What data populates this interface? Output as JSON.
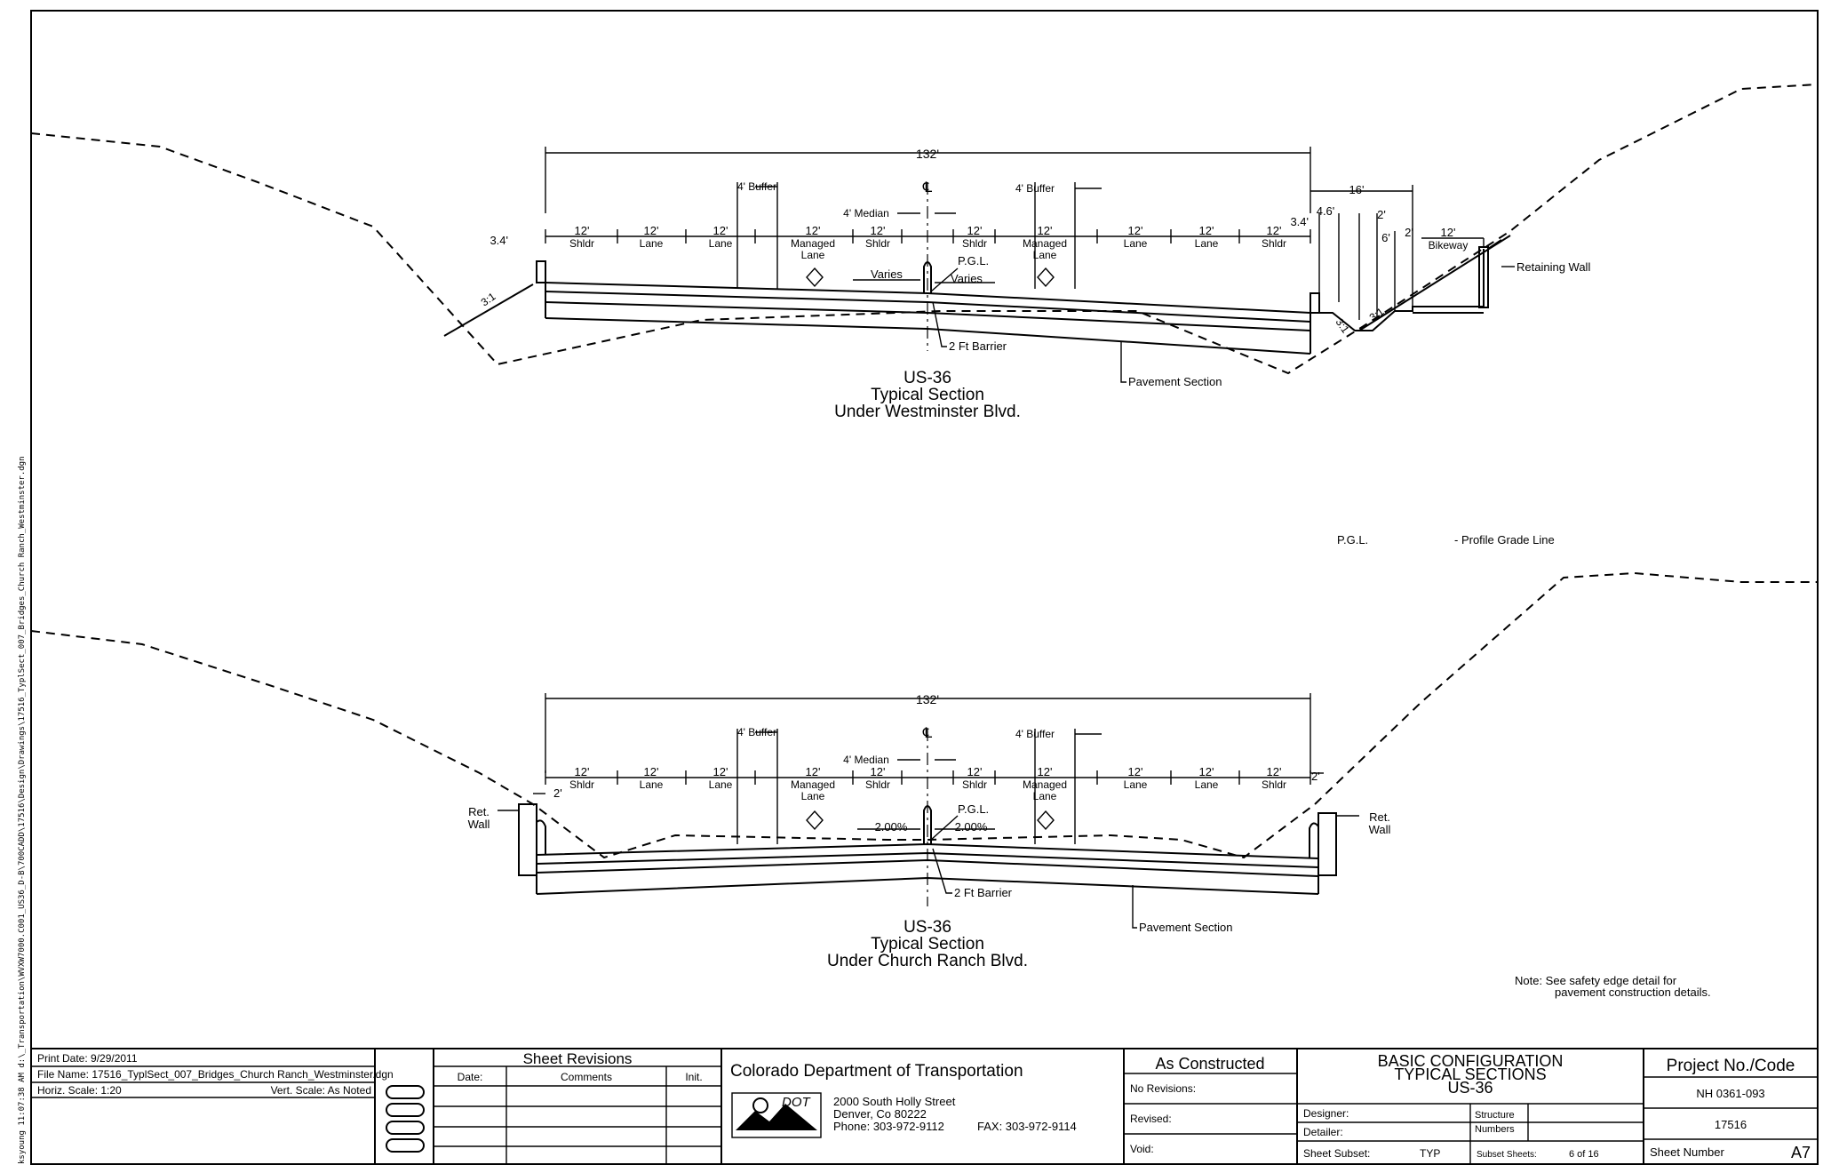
{
  "side_text": "ksyoung 11:07:38 AM d:\\_Transportation\\WVXW7000.C001_US36_D-B\\700CADD\\17516\\Design\\Drawings\\17516_TyplSect_007_Bridges_Church Ranch_Westminster.dgn",
  "section1": {
    "title_line1": "US-36",
    "title_line2": "Typical Section",
    "title_line3": "Under Westminster Blvd.",
    "overall_width": "132'",
    "left_offset": "3.4'",
    "right_offset": "3.4'",
    "dim_16": "16'",
    "dim_4_6": "4.6'",
    "dim_2a": "2'",
    "dim_6": "6'",
    "dim_2b": "2'",
    "bikeway_width": "12'",
    "bikeway_label": "Bikeway",
    "slope_left": "3:1",
    "slope_right1": "3:1",
    "slope_right2": "3:1",
    "varies_left": "Varies",
    "varies_right": "Varies",
    "retaining_wall": "Retaining Wall",
    "barrier": "2 Ft Barrier",
    "pavement": "Pavement Section"
  },
  "section2": {
    "title_line1": "US-36",
    "title_line2": "Typical Section",
    "title_line3": "Under Church Ranch Blvd.",
    "overall_width": "132'",
    "left_dim": "2'",
    "right_dim": "2'",
    "slope_left": "2.00%",
    "slope_right": "2.00%",
    "ret_wall_left_1": "Ret.",
    "ret_wall_left_2": "Wall",
    "ret_wall_right_1": "Ret.",
    "ret_wall_right_2": "Wall",
    "barrier": "2 Ft Barrier",
    "pavement": "Pavement Section"
  },
  "common": {
    "lane_width": "12'",
    "shldr": "Shldr",
    "lane": "Lane",
    "managed_1": "Managed",
    "managed_2": "Lane",
    "buffer": "4' Buffer",
    "median": "4' Median",
    "pgl": "P.G.L.",
    "centerline": "℄"
  },
  "legend": {
    "abbr": "P.G.L.",
    "meaning": "- Profile Grade Line"
  },
  "note": {
    "line1": "Note: See safety edge detail for",
    "line2": "pavement construction details."
  },
  "title_block": {
    "print_date": "Print Date: 9/29/2011",
    "file_name": "File Name: 17516_TyplSect_007_Bridges_Church Ranch_Westminster.dgn",
    "horiz_scale": "Horiz. Scale: 1:20",
    "vert_scale": "Vert. Scale: As Noted",
    "sheet_revisions": "Sheet Revisions",
    "col_date": "Date:",
    "col_comments": "Comments",
    "col_init": "Init.",
    "agency": "Colorado Department of Transportation",
    "logo_text": "DOT",
    "address1": "2000 South Holly Street",
    "address2": "Denver, Co 80222",
    "phone": "Phone: 303-972-9112",
    "fax": "FAX: 303-972-9114",
    "as_constructed": "As Constructed",
    "no_revisions": "No Revisions:",
    "revised": "Revised:",
    "void": "Void:",
    "title1": "BASIC CONFIGURATION",
    "title2": "TYPICAL SECTIONS",
    "title3": "US-36",
    "designer": "Designer:",
    "detailer": "Detailer:",
    "structure1": "Structure",
    "structure2": "Numbers",
    "sheet_subset_label": "Sheet Subset:",
    "sheet_subset_value": "TYP",
    "subset_sheets_label": "Subset Sheets:",
    "subset_sheets_value": "6 of 16",
    "project_header": "Project No./Code",
    "project_no": "NH 0361-093",
    "project_code": "17516",
    "sheet_number_label": "Sheet Number",
    "sheet_number": "A7"
  }
}
